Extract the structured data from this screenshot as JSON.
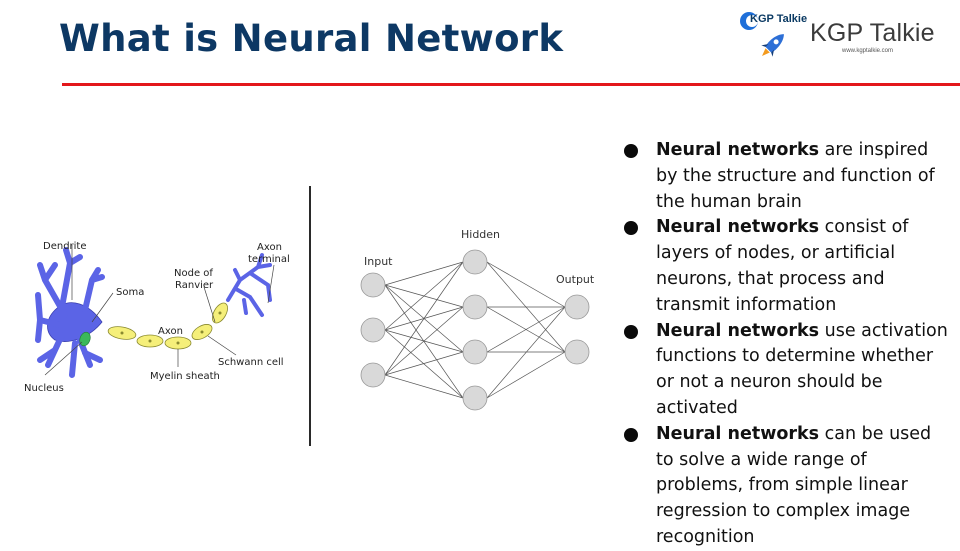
{
  "slide": {
    "title": "What is Neural Network",
    "colors": {
      "title": "#0d3864",
      "rule": "#e3171b",
      "neuron": "#5b64e6",
      "myelin": "#f5ef7a",
      "nucleus": "#3bb85a",
      "ann_node": "#d9d9d9"
    }
  },
  "logo": {
    "badge_text": "KGP Talkie",
    "name": "KGP Talkie",
    "url": "www.kgptalkie.com"
  },
  "neuron_diagram": {
    "labels": {
      "dendrite": "Dendrite",
      "soma": "Soma",
      "nucleus": "Nucleus",
      "axon": "Axon",
      "node_of_ranvier_1": "Node of",
      "node_of_ranvier_2": "Ranvier",
      "axon_terminal_1": "Axon",
      "axon_terminal_2": "terminal",
      "schwann_cell": "Schwann cell",
      "myelin_sheath": "Myelin sheath"
    }
  },
  "network_diagram": {
    "labels": {
      "input": "Input",
      "hidden": "Hidden",
      "output": "Output"
    },
    "layers": [
      3,
      4,
      2
    ]
  },
  "bullets": [
    {
      "bold": "Neural networks",
      "text": " are inspired by the structure and function of the human brain"
    },
    {
      "bold": "Neural networks",
      "text": " consist of layers of nodes, or artificial neurons, that process and transmit information"
    },
    {
      "bold": "Neural networks",
      "text": " use activation functions to determine whether or not a neuron should be activated"
    },
    {
      "bold": "Neural networks",
      "text": " can be used to solve a wide range of problems, from simple linear regression to complex image recognition"
    }
  ]
}
